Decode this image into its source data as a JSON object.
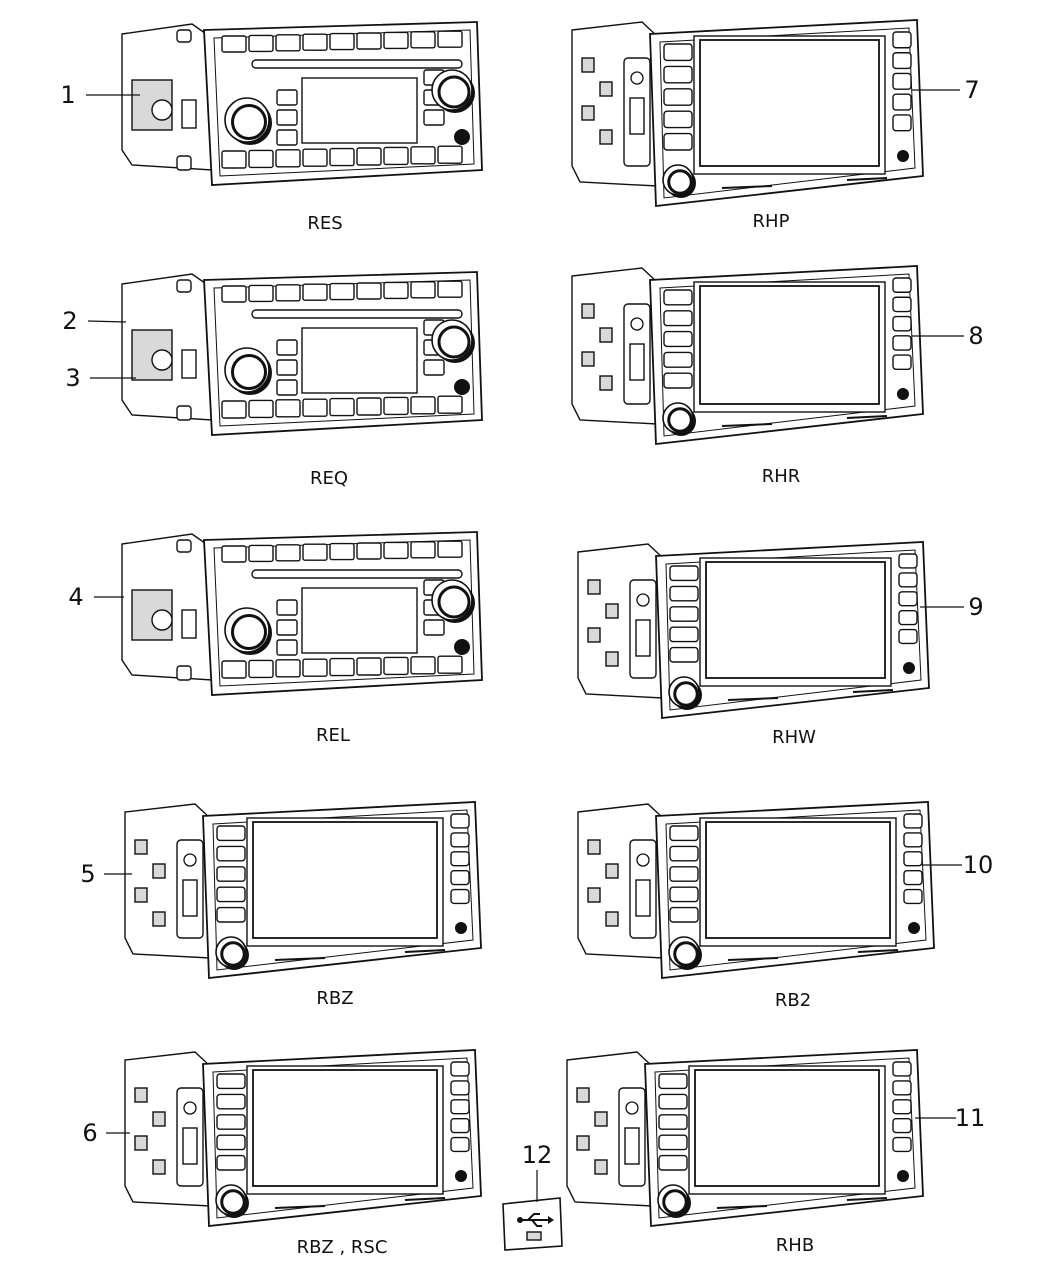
{
  "units": [
    {
      "model": "RES",
      "callouts": [
        "1"
      ]
    },
    {
      "model": "RHP",
      "callouts": [
        "7"
      ]
    },
    {
      "model": "REQ",
      "callouts": [
        "2",
        "3"
      ]
    },
    {
      "model": "RHR",
      "callouts": [
        "8"
      ]
    },
    {
      "model": "REL",
      "callouts": [
        "4"
      ]
    },
    {
      "model": "RHW",
      "callouts": [
        "9"
      ]
    },
    {
      "model": "RBZ",
      "callouts": [
        "5"
      ]
    },
    {
      "model": "RB2",
      "callouts": [
        "10"
      ]
    },
    {
      "model": "RBZ , RSC",
      "callouts": [
        "6"
      ]
    },
    {
      "model": "RHB",
      "callouts": [
        "11"
      ]
    }
  ],
  "usb_port": {
    "callout": "12",
    "icon": "usb-icon"
  },
  "colors": {
    "line": "#111111",
    "fill": "#ffffff",
    "shade": "#d9d9d9"
  }
}
